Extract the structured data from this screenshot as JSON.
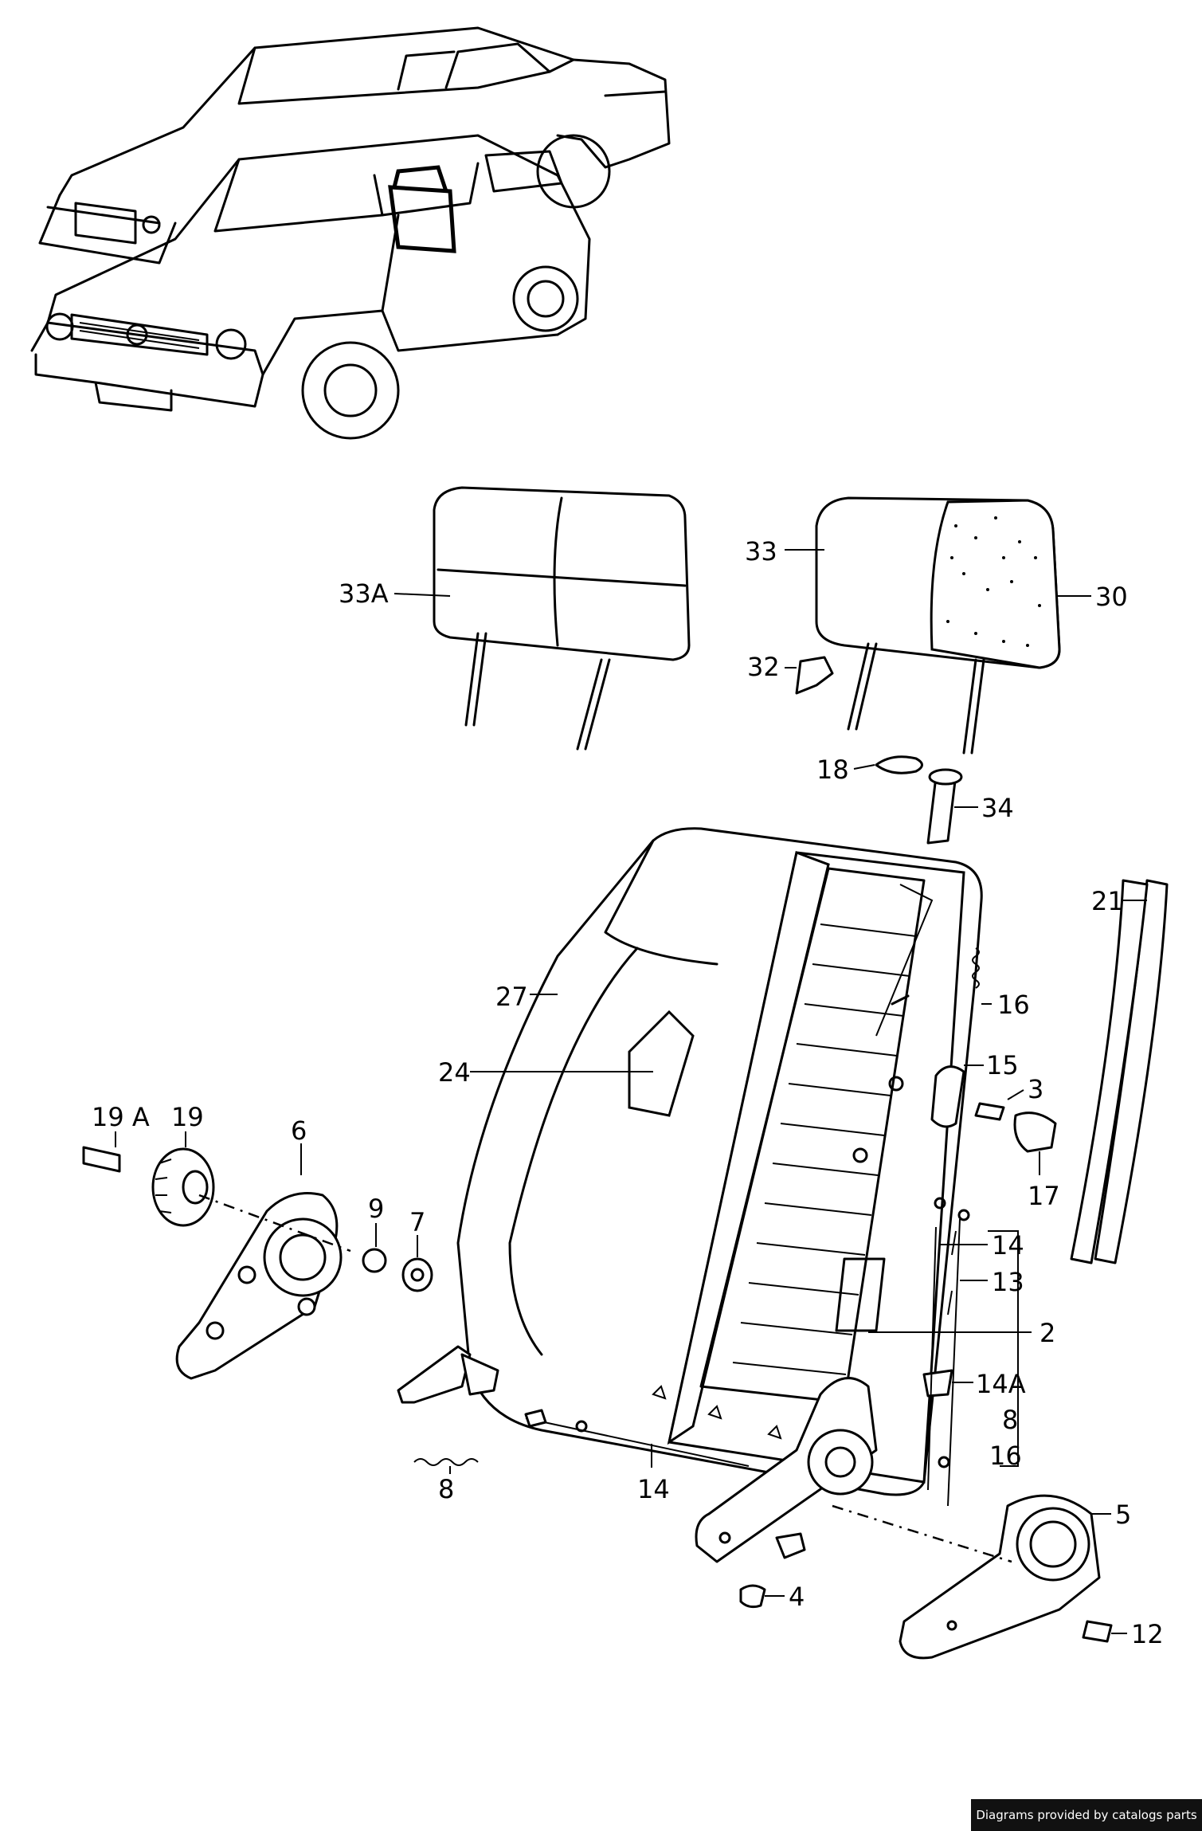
{
  "callouts": {
    "c33A": "33A",
    "c33": "33",
    "c30": "30",
    "c32": "32",
    "c18": "18",
    "c34": "34",
    "c21": "21",
    "c27": "27",
    "c16a": "16",
    "c15": "15",
    "c3": "3",
    "c24": "24",
    "c17": "17",
    "c19A": "19 A",
    "c19": "19",
    "c6": "6",
    "c9": "9",
    "c7": "7",
    "c14a": "14",
    "c13": "13",
    "c2": "2",
    "c14A": "14A",
    "c8a": "8",
    "c16b": "16",
    "c8b": "8",
    "c14b": "14",
    "c5": "5",
    "c4": "4",
    "c12": "12"
  },
  "credit": "Diagrams provided by catalogs parts"
}
